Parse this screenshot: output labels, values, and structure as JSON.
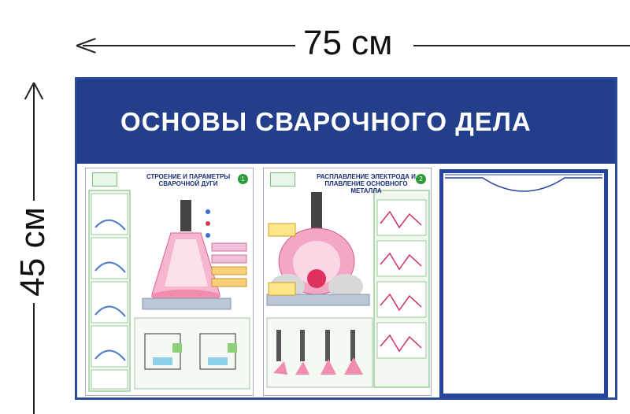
{
  "dimensions": {
    "width_label": "75 см",
    "height_label": "45 см"
  },
  "stand": {
    "title": "ОСНОВЫ СВАРОЧНОГО ДЕЛА"
  },
  "posters": [
    {
      "title": "СТРОЕНИЕ И ПАРАМЕТРЫ СВАРОЧНОЙ ДУГИ",
      "number": "1"
    },
    {
      "title": "РАСПЛАВЛЕНИЕ ЭЛЕКТРОДА И ПЛАВЛЕНИЕ ОСНОВНОГО МЕТАЛЛА",
      "number": "2"
    }
  ],
  "colors": {
    "header_blue": "#233f8c",
    "poster_green": "#2e9b3a",
    "pocket_border": "#2643a2"
  }
}
